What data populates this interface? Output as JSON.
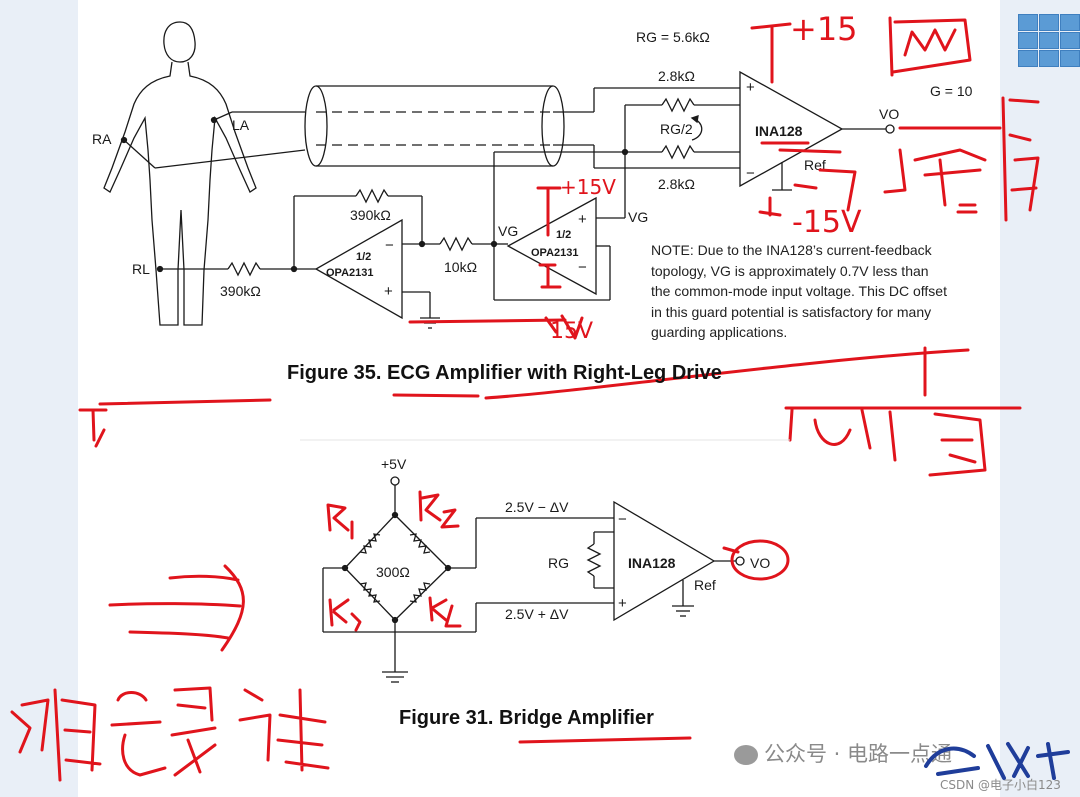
{
  "figure35": {
    "caption": "Figure 35.  ECG Amplifier with Right-Leg Drive",
    "labels": {
      "rg": "RG = 5.6kΩ",
      "r_top": "2.8kΩ",
      "r_bottom": "2.8kΩ",
      "rg_half": "RG/2",
      "ina": "INA128",
      "ref": "Ref",
      "g": "G = 10",
      "vo": "VO",
      "ra": "RA",
      "la": "LA",
      "rl": "RL",
      "r390_top": "390kΩ",
      "r390_left": "390kΩ",
      "r10k": "10kΩ",
      "opa_left_1": "1/2",
      "opa_left_2": "OPA2131",
      "opa_right_1": "1/2",
      "opa_right_2": "OPA2131",
      "vg_1": "VG",
      "vg_2": "VG",
      "plus": "+",
      "minus": "−"
    },
    "note_lines": [
      "NOTE: Due to the INA128’s current-feedback",
      "topology, VG is approximately 0.7V less than",
      "the common-mode input voltage. This DC offset",
      "in this guard potential is satisfactory for many",
      "guarding applications."
    ]
  },
  "figure31": {
    "caption": "Figure 31.  Bridge Amplifier",
    "labels": {
      "supply": "+5V",
      "bridge_r": "300Ω",
      "top_input": "2.5V − ΔV",
      "bottom_input": "2.5V + ΔV",
      "rg": "RG",
      "ina": "INA128",
      "ref": "Ref",
      "vo": "VO"
    }
  },
  "handwriting": {
    "plus15": "+15",
    "plus15v": "+15V",
    "minus15v": "-15V",
    "bottom15v": "15V",
    "ti": "T.",
    "r1": "R1",
    "r2": "R2",
    "r3": "R3",
    "r4": "R4",
    "arrow": "⟹"
  },
  "watermark": {
    "text": "公众号 · 电路一点通",
    "csdn": "CSDN @电子小白123"
  },
  "colors": {
    "ink": "#1a1a1a",
    "pen": "#e0141c",
    "page": "#ffffff",
    "frame": "#e9eff7",
    "accent": "#5b9bd5"
  }
}
